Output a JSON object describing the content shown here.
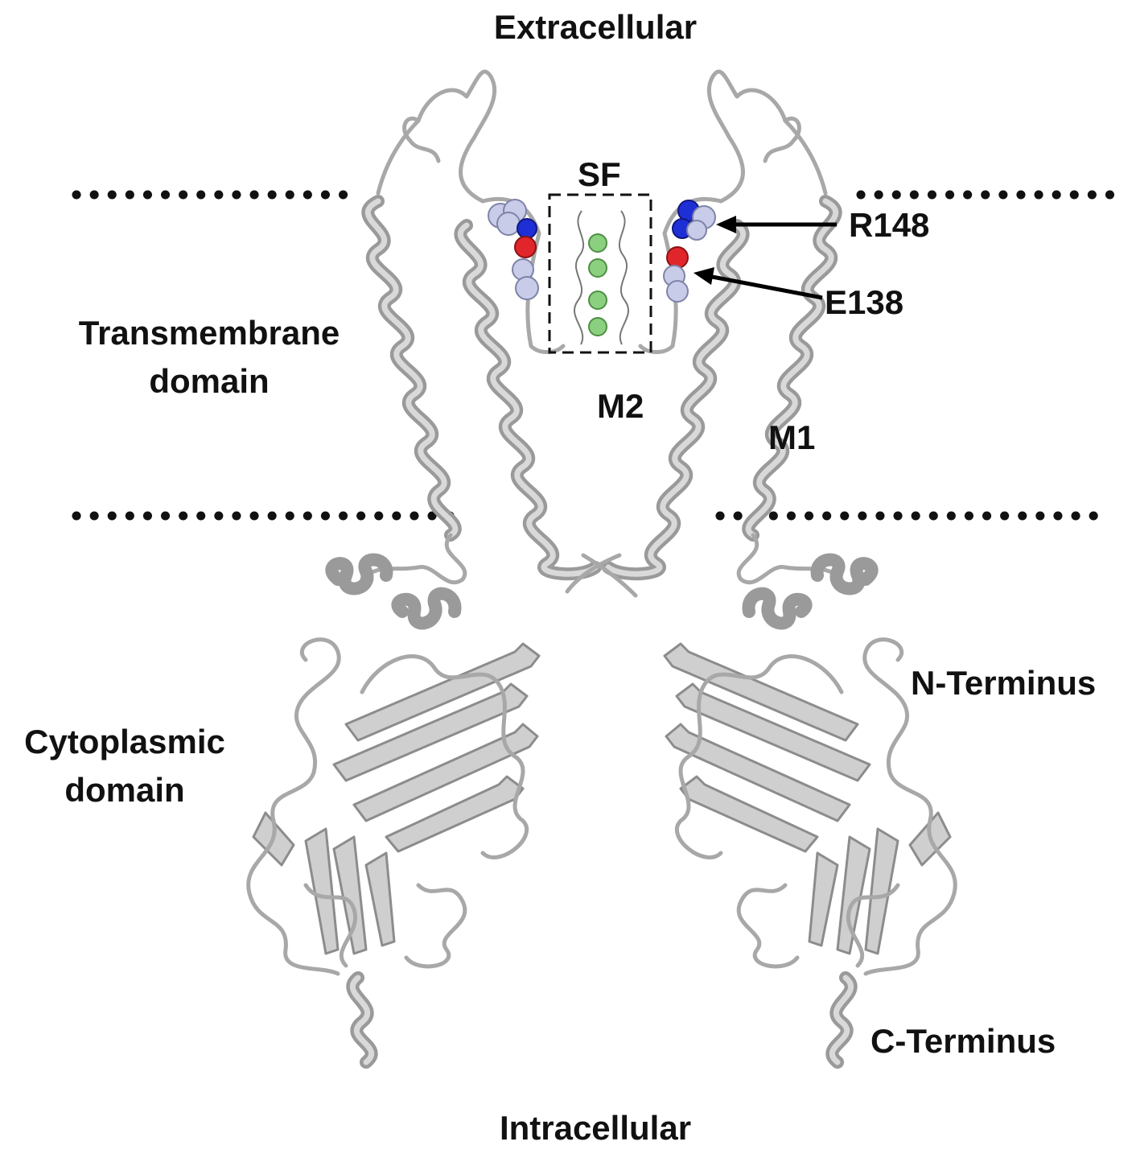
{
  "labels": {
    "extracellular": "Extracellular",
    "intracellular": "Intracellular",
    "sf": "SF",
    "r148": "R148",
    "e138": "E138",
    "transmembrane_line1": "Transmembrane",
    "transmembrane_line2": "domain",
    "cytoplasmic_line1": "Cytoplasmic",
    "cytoplasmic_line2": "domain",
    "m2": "M2",
    "m1": "M1",
    "n_terminus": "N-Terminus",
    "c_terminus": "C-Terminus"
  },
  "colors": {
    "protein_ribbon": "#b0b0b0",
    "nitrogen_atoms": "#1f2fd6",
    "oxygen_atoms": "#e0262a",
    "carbon_atoms": "#c9cce8",
    "ions": "#8ad07e",
    "text": "#111111"
  }
}
